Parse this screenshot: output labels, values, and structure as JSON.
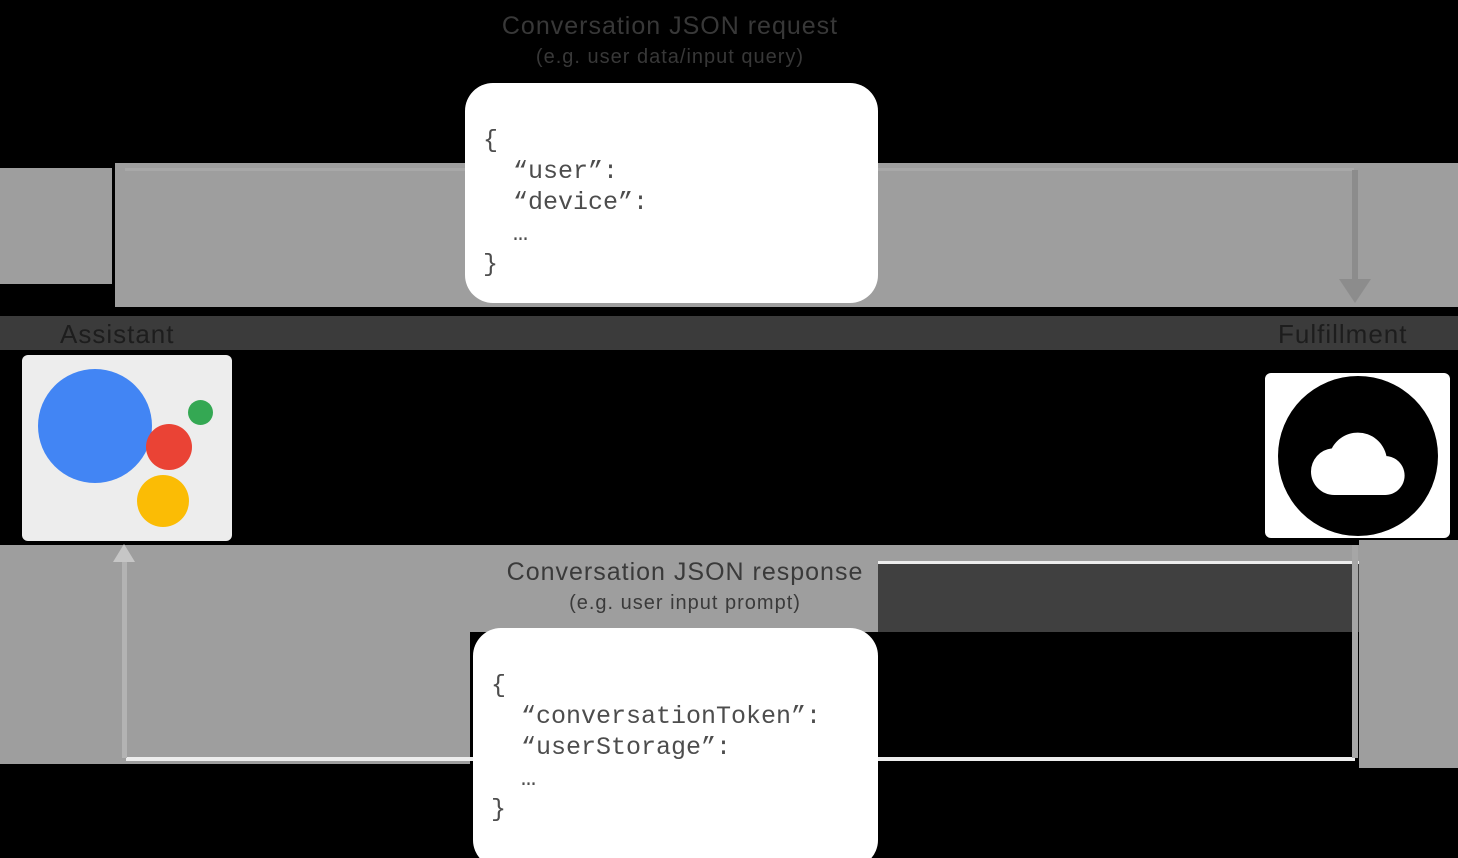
{
  "diagram": {
    "request": {
      "title": "Conversation JSON request",
      "subtitle": "(e.g. user data/input query)",
      "code": "{\n  “user”:\n  “device”:\n  …\n}"
    },
    "response": {
      "title": "Conversation JSON response",
      "subtitle": "(e.g. user input prompt)",
      "code": "{\n  “conversationToken”:\n  “userStorage”:\n  …\n}"
    },
    "entities": {
      "assistant": {
        "label": "Assistant",
        "icon": "google-assistant-logo"
      },
      "fulfillment": {
        "label": "Fulfillment",
        "icon": "cloud-icon"
      }
    },
    "colors": {
      "background": "#000000",
      "flow_band_gray": "#9e9e9e",
      "dark_band": "#3b3b3b",
      "json_box_bg": "#ffffff",
      "code_text": "#4d4d4d",
      "assistant_blue": "#4285f4",
      "assistant_red": "#ea4335",
      "assistant_yellow": "#fbbc05",
      "assistant_green": "#34a853"
    }
  }
}
